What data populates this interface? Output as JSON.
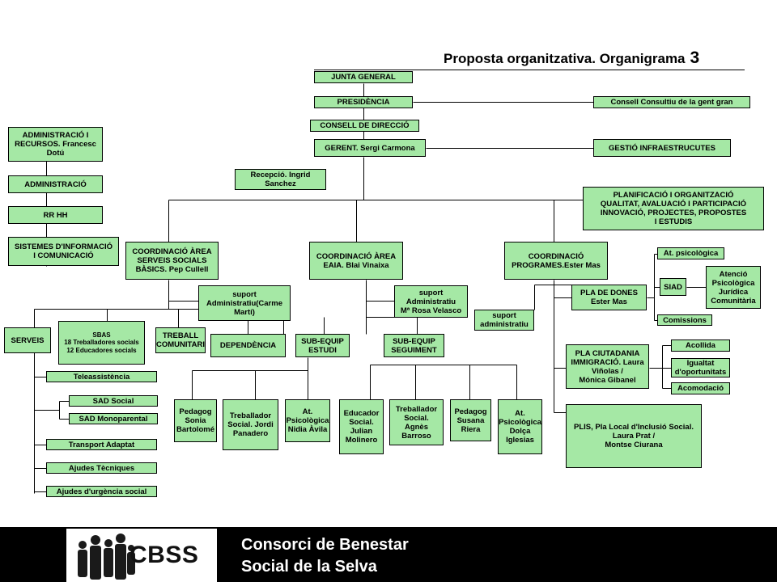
{
  "header": {
    "title": "Proposta organitzativa. Organigrama",
    "page_number": "3"
  },
  "footer": {
    "logo_text": "CBSS",
    "org_line1": "Consorci de Benestar",
    "org_line2": "Social de la Selva"
  },
  "colors": {
    "box_fill": "#a5e8a5",
    "box_border": "#000000",
    "line": "#000000",
    "footer_bg": "#000000"
  },
  "nodes": {
    "junta": "JUNTA GENERAL",
    "presidencia": "PRESIDÈNCIA",
    "consell_consultiu": "Consell Consultiu de la gent gran",
    "consell_direccio": "CONSELL DE DIRECCIÓ",
    "gerent": "GERENT. Sergi Carmona",
    "gestio_infra": "GESTIÓ INFRAESTRUCUTES",
    "admin_recursos": "ADMINISTRACIÓ I\nRECURSOS. Francesc\nDotú",
    "administracio": "ADMINISTRACIÓ",
    "rrhh": "RR HH",
    "sistemes": "SISTEMES D'INFORMACIÓ\nI COMUNICACIÓ",
    "recepcio": "Recepció. Ingrid\nSanchez",
    "planificacio": "PLANIFICACIÓ I ORGANITZACIÓ\nQUALITAT, AVALUACIÓ I PARTICIPACIÓ\nINNOVACIÓ, PROJECTES, PROPOSTES\nI ESTUDIS",
    "coord_ssb": "COORDINACIÓ ÀREA\nSERVEIS SOCIALS\nBÀSICS. Pep Cullell",
    "coord_eaia": "COORDINACIÓ ÀREA\nEAIA. Blai Vinaixa",
    "coord_programes": "COORDINACIÓ\nPROGRAMES.Ester Mas",
    "suport_carme": "suport\nAdministratiu(Carme\nMartí)",
    "suport_rosa": "suport\nAdministratiu\nMª Rosa Velasco",
    "suport_admin": "suport\nadministratiu",
    "serveis": "SERVEIS",
    "sbas": "SBAS\n18 Treballadores socials\n12 Educadores socials",
    "treball_comunitari": "TREBALL\nCOMUNITARI",
    "dependencia": "DEPENDÈNCIA",
    "subequip_estudi": "SUB-EQUIP\nESTUDI",
    "subequip_seguiment": "SUB-EQUIP\nSEGUIMENT",
    "teleassistencia": "Teleassistència",
    "sad_social": "SAD Social",
    "sad_monoparental": "SAD Monoparental",
    "transport": "Transport Adaptat",
    "ajudes_tecniques": "Ajudes Tècniques",
    "ajudes_urgencia": "Ajudes d'urgència social",
    "pedagog_sonia": "Pedagog\nSonia\nBartolomé",
    "treballador_jordi": "Treballador\nSocial. Jordi\nPanadero",
    "psico_nidia": "At.\nPsicològica\nNidia Àvila",
    "educador_julian": "Educador\nSocial.\nJulian\nMolinero",
    "treballador_agnes": "Treballador\nSocial.\nAgnès\nBarroso",
    "pedagog_susana": "Pedagog\nSusana\nRiera",
    "psico_dolca": "At.\nPsicològica\nDolça\nIglesias",
    "pla_dones": "PLA DE DONES\nEster Mas",
    "at_psicologica": "At. psicològica",
    "siad": "SIAD",
    "atencio_psj": "Atenció\nPsicològica\nJurídica\nComunitària",
    "comissions": "Comissions",
    "pla_ciutadania": "PLA CIUTADANIA\nIMMIGRACIÓ. Laura\nViñolas /\nMónica Gibanel",
    "acollida": "Acollida",
    "igualtat": "Igualtat\nd'oportunitats",
    "acomodacio": "Acomodació",
    "plis": "PLIS, Pla Local d'Inclusió Social.\nLaura Prat /\nMontse Ciurana"
  }
}
